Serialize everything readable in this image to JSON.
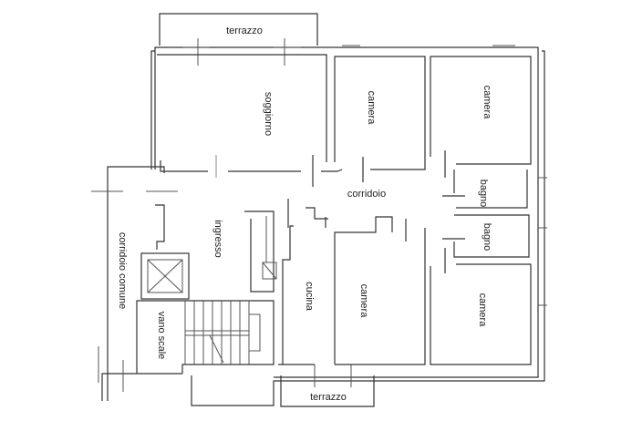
{
  "rooms": {
    "terrazzo_top": "terrazzo",
    "soggiorno": "soggiorno",
    "camera_top_mid": "camera",
    "camera_top_right": "camera",
    "corridoio": "corridoio",
    "bagno_1": "bagno",
    "bagno_2": "bagno",
    "ingresso": "ingresso",
    "corridoio_comune": "corridoio comune",
    "cucina": "cucina",
    "camera_bottom_mid": "camera",
    "camera_bottom_right": "camera",
    "vano_scale": "vano scale",
    "terrazzo_bottom": "terrazzo"
  }
}
